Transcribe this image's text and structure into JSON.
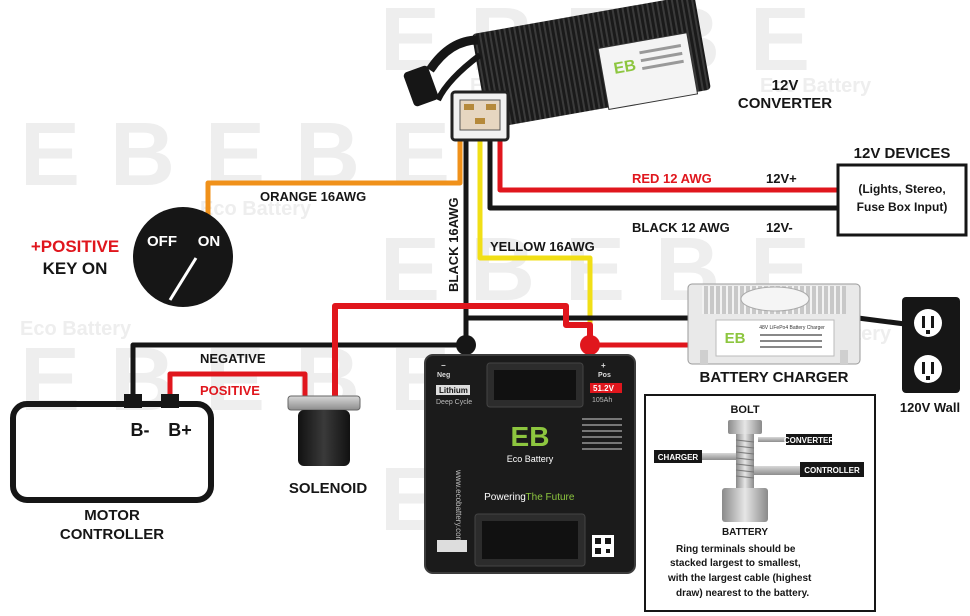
{
  "watermark": {
    "letters": "EBEBE",
    "text": "Eco Battery"
  },
  "converter": {
    "title_line1": "12V",
    "title_line2": "CONVERTER",
    "brand": "EB"
  },
  "wires": {
    "orange": "ORANGE 16AWG",
    "black16": "BLACK 16AWG",
    "yellow": "YELLOW 16AWG",
    "red12": "RED 12 AWG",
    "black12": "BLACK 12 AWG",
    "v_pos": "12V+",
    "v_neg": "12V-",
    "negative": "NEGATIVE",
    "positive": "POSITIVE"
  },
  "devices": {
    "title": "12V DEVICES",
    "line1": "(Lights, Stereo,",
    "line2": "Fuse Box Input)"
  },
  "key": {
    "off": "OFF",
    "on": "ON",
    "label1": "+POSITIVE",
    "label2": "KEY ON"
  },
  "motor_controller": {
    "b_minus": "B-",
    "b_plus": "B+",
    "label1": "MOTOR",
    "label2": "CONTROLLER"
  },
  "solenoid": {
    "label": "SOLENOID"
  },
  "battery": {
    "neg": "Neg",
    "pos": "Pos",
    "minus": "−",
    "plus": "+",
    "chem": "Lithium",
    "type": "Deep Cycle",
    "voltage": "51.2V",
    "capacity": "105Ah",
    "logo": "EB",
    "brand": "Eco Battery",
    "tagline_a": "Powering",
    "tagline_b": "The Future",
    "url": "www.ecobattery.com"
  },
  "charger": {
    "label": "BATTERY CHARGER",
    "logo": "EB",
    "subtitle": "48V LiFePo4 Battery Charger"
  },
  "wall": {
    "label": "120V Wall"
  },
  "bolt_diagram": {
    "bolt": "BOLT",
    "converter": "CONVERTER",
    "charger": "CHARGER",
    "controller": "CONTROLLER",
    "battery": "BATTERY",
    "note1": "Ring terminals should be",
    "note2": "stacked largest to smallest,",
    "note3": "with the largest cable (highest",
    "note4": "draw) nearest to the battery."
  },
  "colors": {
    "red": "#e0161d",
    "orange": "#f0911a",
    "yellow": "#f1df16",
    "black": "#161616",
    "eb_green": "#8dc63f"
  }
}
